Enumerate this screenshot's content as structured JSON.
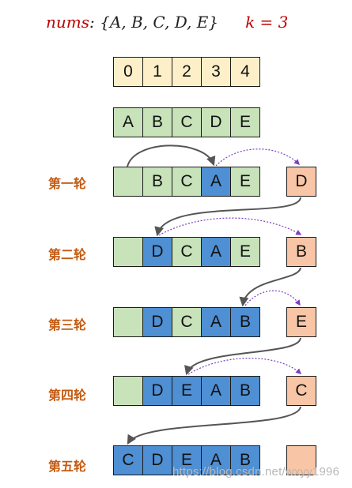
{
  "header": {
    "nums_label": "nums",
    "set_text": ": {A, B, C, D, E}",
    "k_text": "k = 3"
  },
  "index_row": [
    "0",
    "1",
    "2",
    "3",
    "4"
  ],
  "initial_row": [
    "A",
    "B",
    "C",
    "D",
    "E"
  ],
  "rounds": [
    {
      "label": "第一轮",
      "cells": [
        "",
        "B",
        "C",
        "A",
        "E"
      ],
      "temp": "D"
    },
    {
      "label": "第二轮",
      "cells": [
        "",
        "D",
        "C",
        "A",
        "E"
      ],
      "temp": "B"
    },
    {
      "label": "第三轮",
      "cells": [
        "",
        "D",
        "C",
        "A",
        "B"
      ],
      "temp": "E"
    },
    {
      "label": "第四轮",
      "cells": [
        "",
        "D",
        "E",
        "A",
        "B"
      ],
      "temp": "C"
    },
    {
      "label": "第五轮",
      "cells": [
        "C",
        "D",
        "E",
        "A",
        "B"
      ],
      "temp": ""
    }
  ],
  "colors": {
    "index_fill": "#fdf0c9",
    "unprocessed_fill": "#c8e2ba",
    "processed_fill": "#4f8fd3",
    "temp_fill": "#f8c6a6",
    "round_label": "#c55a11",
    "move_arrow": "#555555",
    "save_arrow": "#7a3fc0",
    "accent_red": "#c00000"
  },
  "watermark": "https://blog.csdn.net/wxyy1996"
}
